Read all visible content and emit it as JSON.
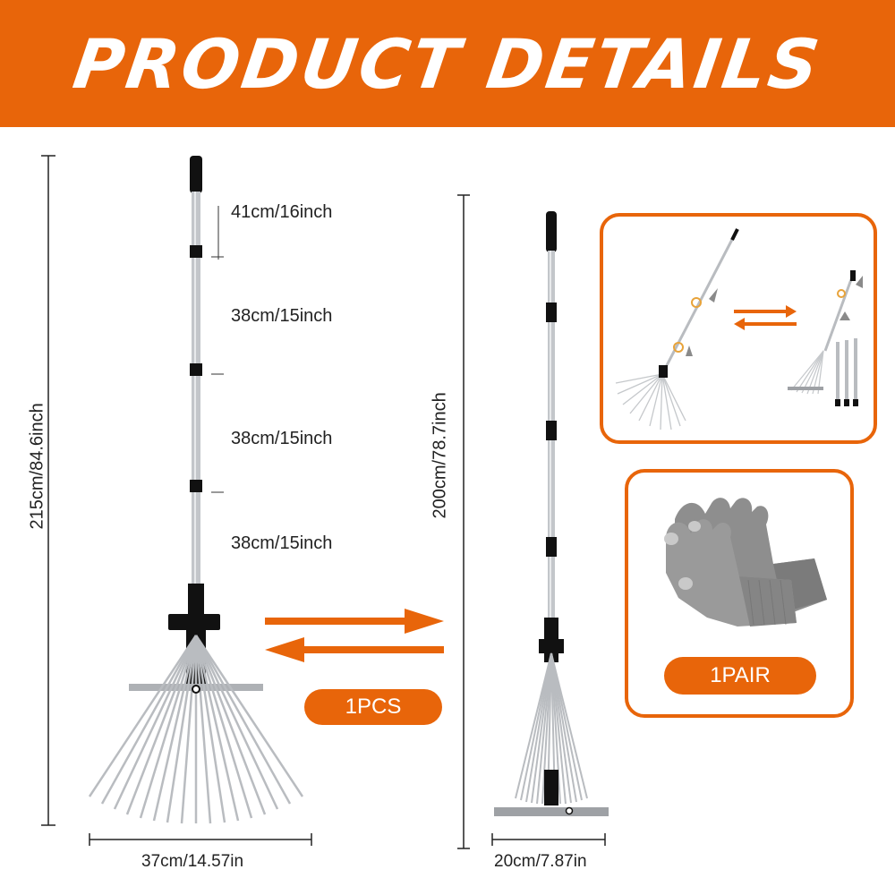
{
  "banner": {
    "title": "PRODUCT DETAILS"
  },
  "extended_rake": {
    "segments": [
      "41cm/16inch",
      "38cm/15inch",
      "38cm/15inch",
      "38cm/15inch"
    ],
    "height_label": "215cm/84.6inch",
    "width_label": "37cm/14.57in"
  },
  "folded_rake": {
    "height_label": "200cm/78.7inch",
    "width_label": "20cm/7.87in"
  },
  "badges": {
    "rake_count": "1PCS",
    "glove_count": "1PAIR"
  },
  "colors": {
    "accent": "#e8650a",
    "steel": "#b9bcc0",
    "handle": "#111111",
    "glove": "#8e8e8e"
  }
}
